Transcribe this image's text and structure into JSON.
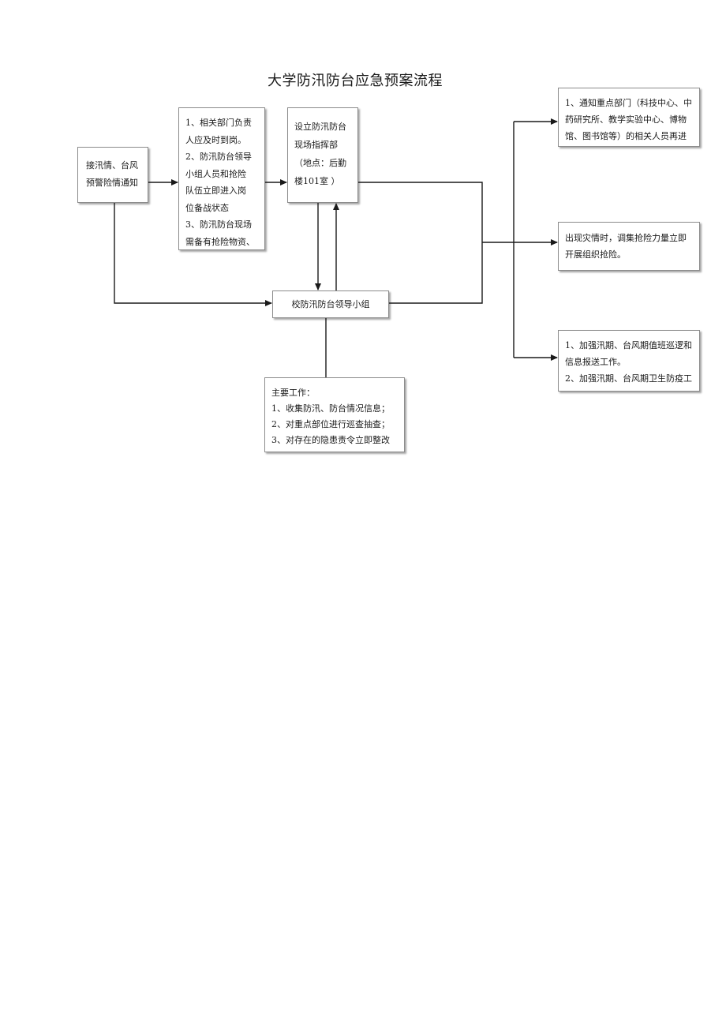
{
  "title": "大学防汛防台应急预案流程",
  "boxes": {
    "receive_notice": {
      "lines": [
        "接汛情、台风",
        "预警险情通知"
      ]
    },
    "departments": {
      "lines": [
        "1、相关部门负责",
        "人应及时到岗。",
        "2、防汛防台领导",
        "小组人员和抢险",
        "队伍立即进入岗",
        "位备战状态",
        "3、防汛防台现场",
        "需备有抢险物资、"
      ]
    },
    "site_hq": {
      "lines": [
        "设立防汛防台",
        "现场指挥部",
        "（地点：后勤",
        "楼101室 ）"
      ]
    },
    "leading_group": {
      "label": "校防汛防台领导小组"
    },
    "main_work": {
      "lines": [
        "主要工作：",
        "1、收集防汛、防台情况信息；",
        "2、对重点部位进行巡查抽查；",
        "3、对存在的隐患责令立即整改"
      ]
    },
    "notify_key": {
      "lines": [
        "1、通知重点部门（科技中心、中",
        "药研究所、教学实验中心、博物",
        "馆、图书馆等）的相关人员再进",
        "、、、、"
      ]
    },
    "disaster_rescue": {
      "lines": [
        "出现灾情时，调集抢险力量立即",
        "开展组织抢险。"
      ]
    },
    "strengthen": {
      "lines": [
        "1、加强汛期、台风期值班巡逻和",
        "信息报送工作。",
        "2、加强汛期、台风期卫生防疫工",
        "、"
      ]
    }
  },
  "colors": {
    "line": "#1a1a1a",
    "border": "#8c8c8c"
  }
}
